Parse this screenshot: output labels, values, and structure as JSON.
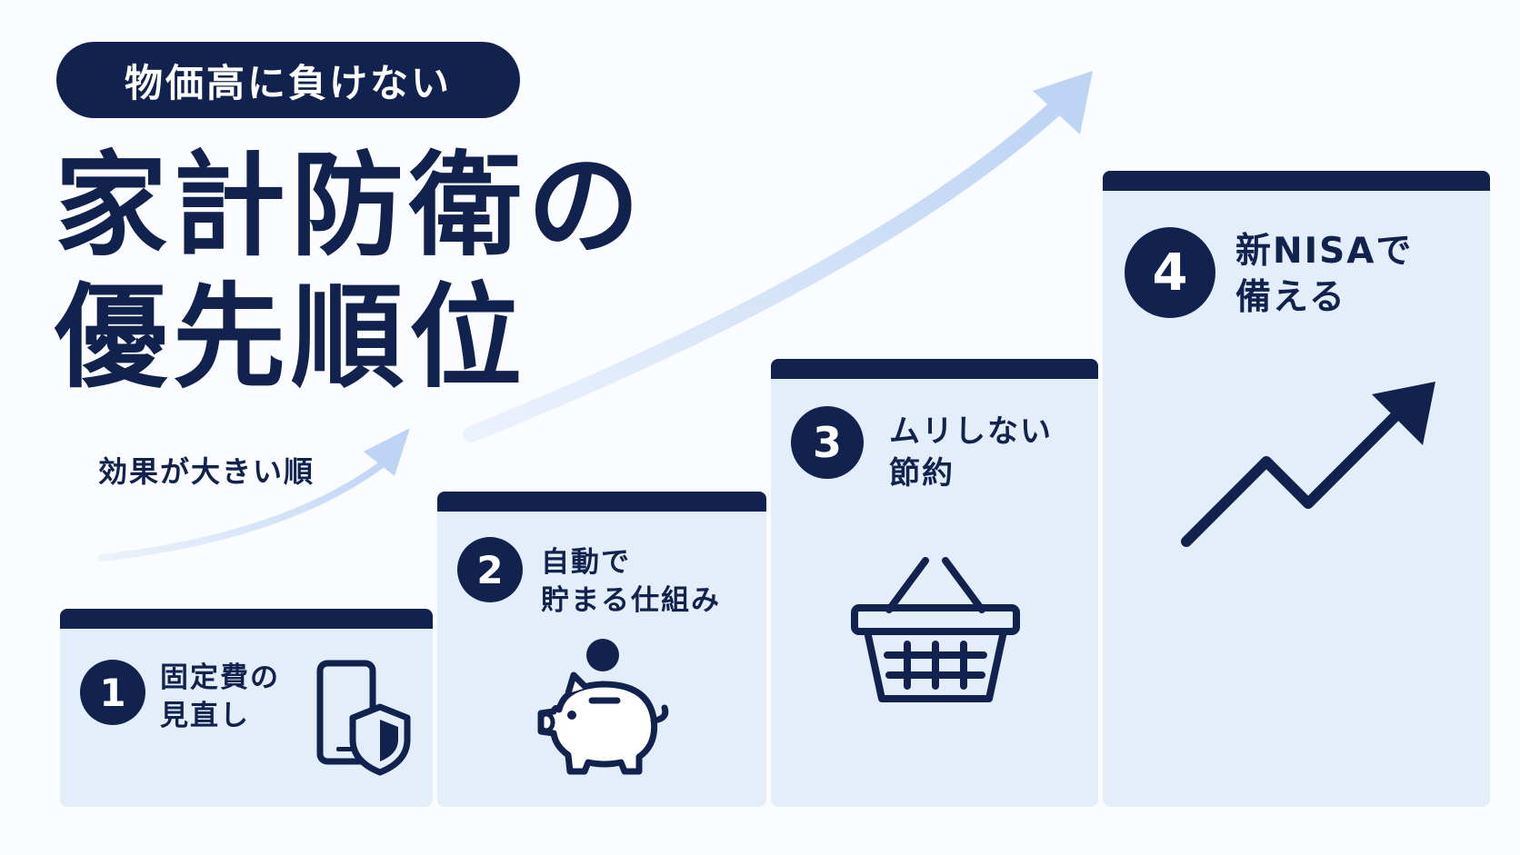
{
  "header": {
    "tag": "物価高に負けない",
    "title_line1": "家計防衛の",
    "title_line2": "優先順位",
    "order_label": "効果が大きい順"
  },
  "steps": [
    {
      "number": "1",
      "line1": "固定費の",
      "line2": "見直し",
      "icon": "smartphone-shield-icon"
    },
    {
      "number": "2",
      "line1": "自動で",
      "line2": "貯まる仕組み",
      "icon": "piggy-bank-icon"
    },
    {
      "number": "3",
      "line1": "ムリしない",
      "line2": "節約",
      "icon": "shopping-basket-icon"
    },
    {
      "number": "4",
      "line1": "新NISAで",
      "line2": "備える",
      "icon": "trend-up-icon"
    }
  ],
  "colors": {
    "navy": "#12224f",
    "card": "#e4eefb",
    "arrow": "#bdd4f4",
    "background": "#fbfcff"
  }
}
